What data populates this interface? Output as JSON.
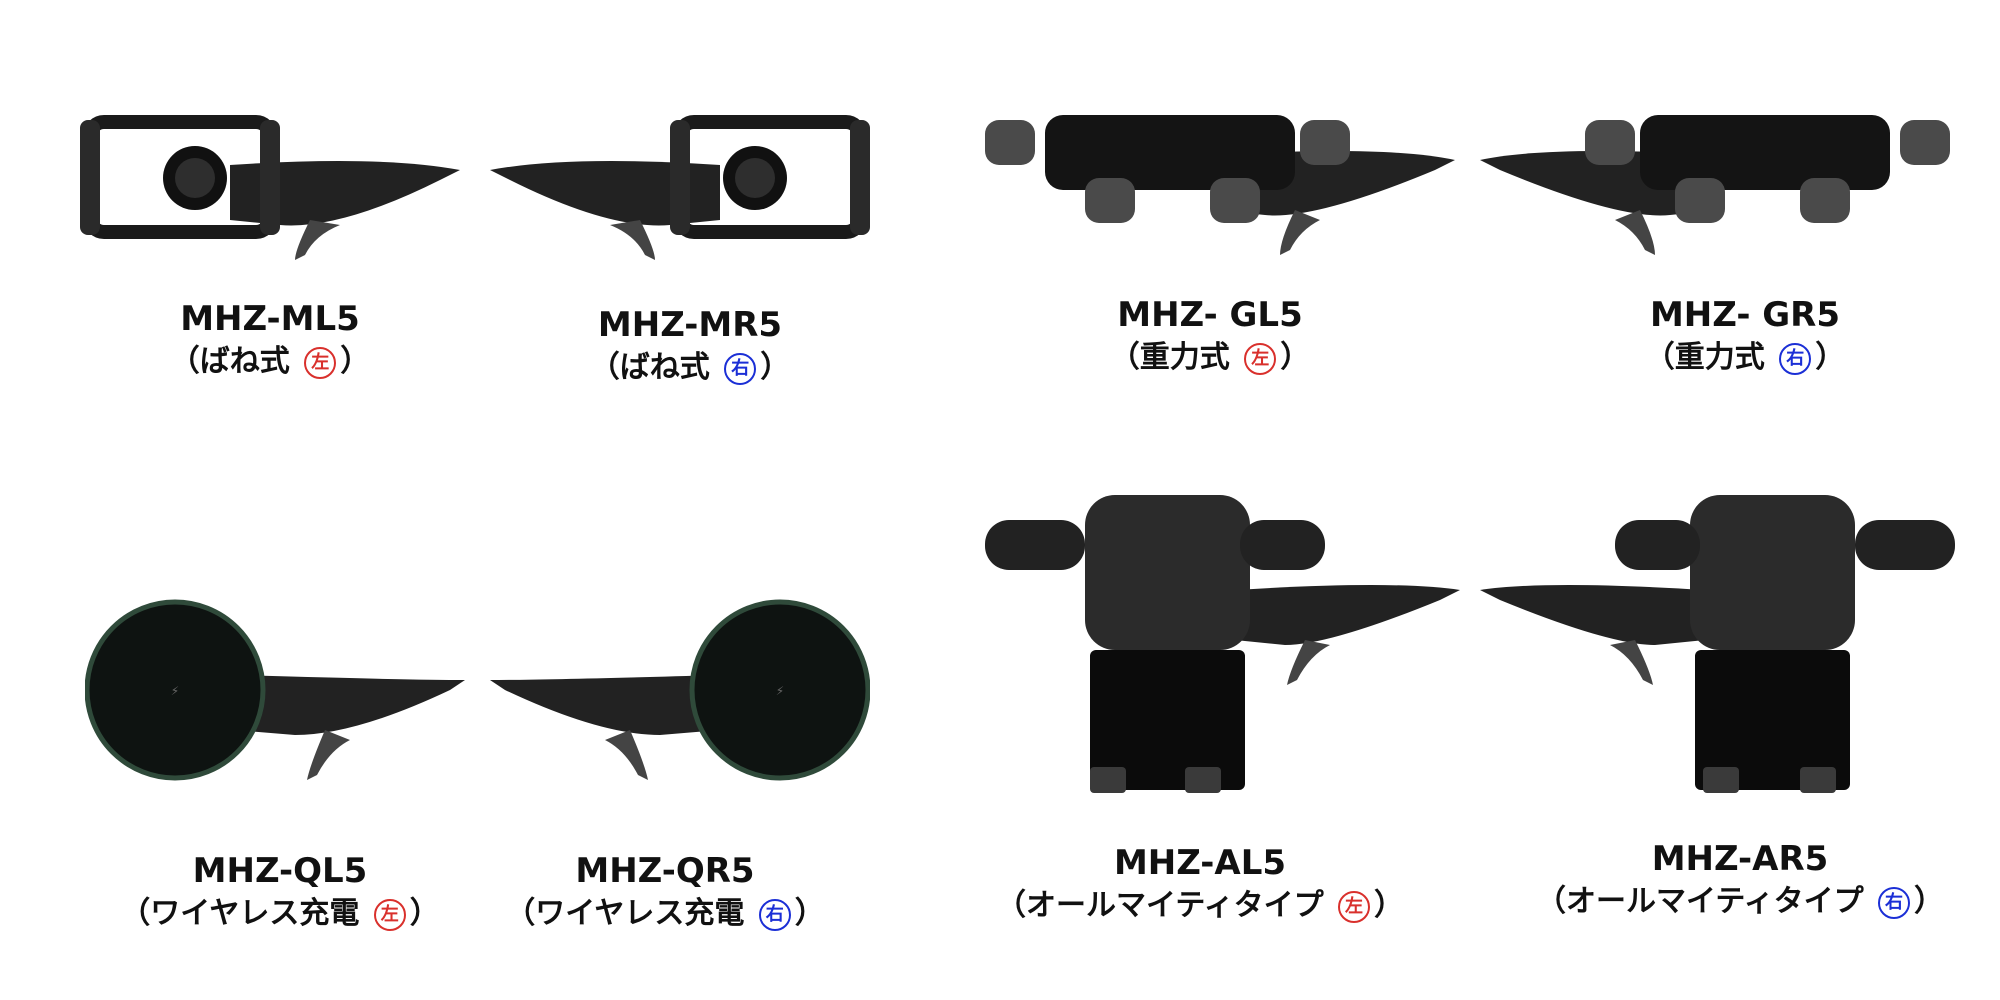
{
  "colors": {
    "left_badge": "#d9302c",
    "right_badge": "#1b2fd6",
    "product": "#1c1c1c"
  },
  "products": [
    {
      "model": "MHZ-ML5",
      "paren_open": "（",
      "type": "ばね式",
      "side": "左",
      "paren_close": "）"
    },
    {
      "model": "MHZ-MR5",
      "paren_open": "（",
      "type": "ばね式",
      "side": "右",
      "paren_close": "）"
    },
    {
      "model": "MHZ- GL5",
      "paren_open": "（",
      "type": "重力式",
      "side": "左",
      "paren_close": "）"
    },
    {
      "model": "MHZ- GR5",
      "paren_open": "（",
      "type": "重力式",
      "side": "右",
      "paren_close": "）"
    },
    {
      "model": "MHZ-QL5",
      "paren_open": "（",
      "type": "ワイヤレス充電",
      "side": "左",
      "paren_close": "）"
    },
    {
      "model": "MHZ-QR5",
      "paren_open": "（",
      "type": "ワイヤレス充電",
      "side": "右",
      "paren_close": "）"
    },
    {
      "model": "MHZ-AL5",
      "paren_open": "（",
      "type": "オールマイティタイプ",
      "side": "左",
      "paren_close": "）"
    },
    {
      "model": "MHZ-AR5",
      "paren_open": "（",
      "type": "オールマイティタイプ",
      "side": "右",
      "paren_close": "）"
    }
  ]
}
